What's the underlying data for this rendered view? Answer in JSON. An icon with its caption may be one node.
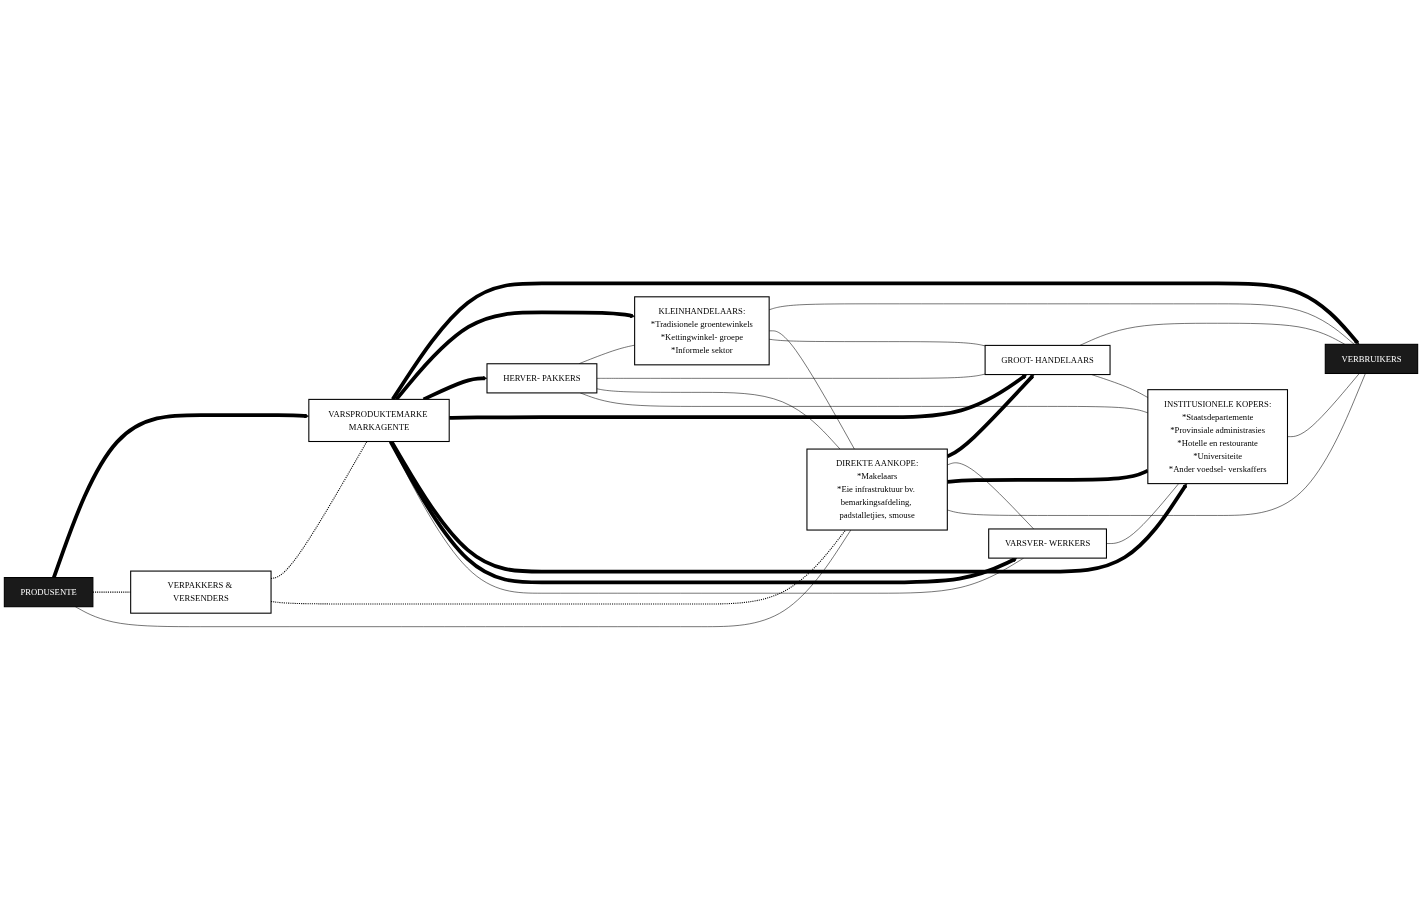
{
  "diagram": {
    "nodes": [
      {
        "text": [
          "PRODUSENTE"
        ]
      },
      {
        "text": [
          "VARSPRODUKTEMARKE MARKAGENTE"
        ]
      },
      {
        "text": [
          "HERVER- PAKKERS"
        ]
      },
      {
        "text": [
          "KLEINHANDELAARS:",
          "*Tradisionele groentewinkels",
          "*Kettingwinkel- groepe",
          "*Informele sektor"
        ]
      },
      {
        "text": [
          "VERBRUIKERS"
        ]
      },
      {
        "text": [
          "VERPAKKERS & VERSENDERS"
        ]
      },
      {
        "text": [
          "GROOT- HANDELAARS"
        ]
      },
      {
        "text": [
          "INSTITUSIONELE KOPERS:",
          "*Staatsdepartemente",
          "*Provinsiale administrasies",
          "*Hotelle en restourante",
          "*Universiteite",
          "*Ander voedsel- verskaffers"
        ]
      },
      {
        "text": [
          "VARSVER- WERKERS"
        ]
      },
      {
        "text": [
          "DIREKTE AANKOPE:",
          "*Makelaars",
          "*Eie infrastruktuur bv. bemarkingsafdeling, padstalletjies, smouse"
        ]
      }
    ],
    "edges": [
      {
        "from": 0,
        "to": 1,
        "arrow": "to",
        "style": "thick"
      },
      {
        "from": 0,
        "to": 5,
        "arrow": "none",
        "style": "dashed"
      },
      {
        "from": 5,
        "to": 1,
        "arrow": "none",
        "style": "dashed"
      },
      {
        "from": 5,
        "to": 9,
        "arrow": "none",
        "style": "dashed"
      },
      {
        "from": 0,
        "to": 9,
        "arrow": "none"
      },
      {
        "from": 1,
        "to": 4,
        "arrow": "to",
        "style": "thick"
      },
      {
        "from": 1,
        "to": 3,
        "arrow": "to",
        "style": "thick"
      },
      {
        "from": 1,
        "to": 2,
        "arrow": "to",
        "style": "thick"
      },
      {
        "from": 1,
        "to": 6,
        "arrow": "to",
        "style": "thick"
      },
      {
        "from": 1,
        "to": 7,
        "arrow": "to",
        "style": "thick"
      },
      {
        "from": 1,
        "to": 8,
        "arrow": "to",
        "style": "thick"
      },
      {
        "from": 9,
        "to": 6,
        "arrow": "to",
        "style": "thick"
      },
      {
        "from": 2,
        "to": 3,
        "arrow": "none"
      },
      {
        "from": 2,
        "to": 6,
        "arrow": "none"
      },
      {
        "from": 2,
        "to": 9,
        "arrow": "none"
      },
      {
        "from": 2,
        "to": 7,
        "arrow": "none"
      },
      {
        "from": 3,
        "to": 4,
        "arrow": "none"
      },
      {
        "from": 3,
        "to": 9,
        "arrow": "none"
      },
      {
        "from": 6,
        "to": 3,
        "arrow": "none"
      },
      {
        "from": 6,
        "to": 4,
        "arrow": "none"
      },
      {
        "from": 6,
        "to": 7,
        "arrow": "none"
      },
      {
        "from": 1,
        "to": 8,
        "arrow": "none"
      },
      {
        "from": 8,
        "to": 7,
        "arrow": "none"
      },
      {
        "from": 7,
        "to": 4,
        "arrow": "none"
      },
      {
        "from": 9,
        "to": 8,
        "arrow": "none"
      },
      {
        "from": 9,
        "to": 7,
        "arrow": "none",
        "style": "thick"
      },
      {
        "from": 9,
        "to": 4,
        "arrow": "none"
      }
    ]
  }
}
